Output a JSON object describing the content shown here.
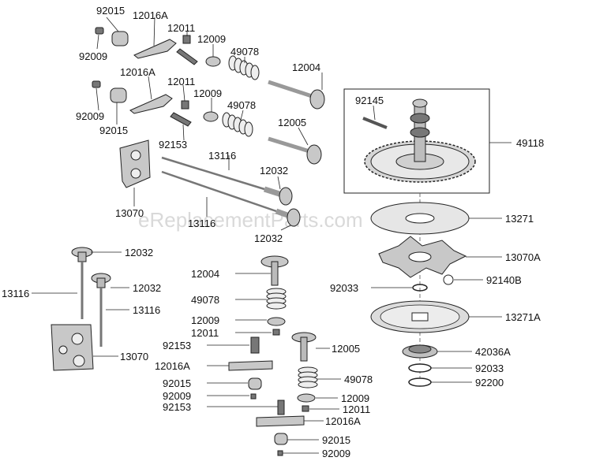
{
  "watermark": "eReplacementParts.com",
  "labels": {
    "l01": "92015",
    "l02": "12016A",
    "l03": "12011",
    "l04": "12009",
    "l05": "49078",
    "l06": "92009",
    "l07": "12004",
    "l08": "12016A",
    "l09": "12011",
    "l10": "12009",
    "l11": "49078",
    "l12": "92009",
    "l13": "92015",
    "l14": "12005",
    "l15": "92153",
    "l16": "13116",
    "l17": "12032",
    "l18": "13070",
    "l19": "13116",
    "l20": "12032",
    "l21": "92145",
    "l22": "49118",
    "l23": "13271",
    "l24": "13070A",
    "l25": "92033",
    "l26": "92140B",
    "l27": "13271A",
    "l28": "42036A",
    "l29": "92033",
    "l30": "92200",
    "l31": "12032",
    "l32": "13116",
    "l33": "12032",
    "l34": "13116",
    "l35": "13070",
    "l36": "12004",
    "l37": "49078",
    "l38": "12009",
    "l39": "12011",
    "l40": "92153",
    "l41": "12005",
    "l42": "12016A",
    "l43": "49078",
    "l44": "92015",
    "l45": "12009",
    "l46": "92009",
    "l47": "12011",
    "l48": "92153",
    "l49": "12016A",
    "l50": "92015",
    "l51": "92009"
  }
}
